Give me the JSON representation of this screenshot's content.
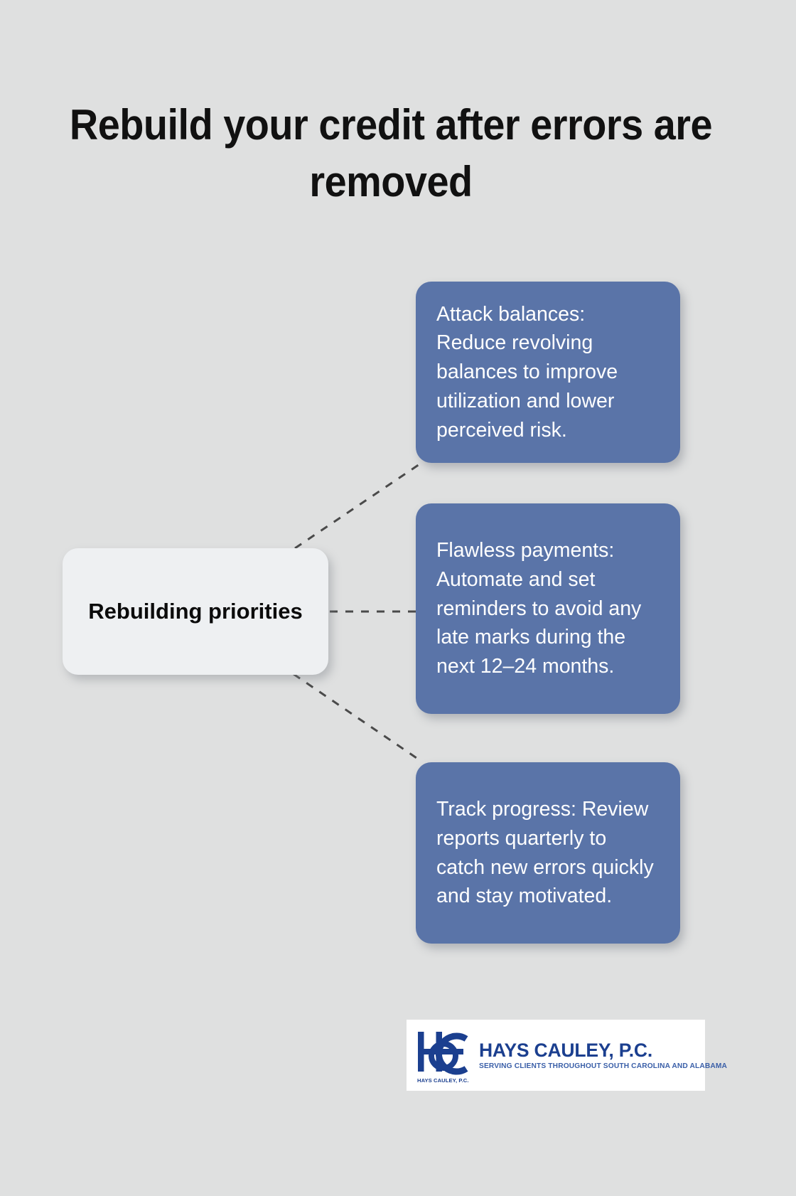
{
  "page": {
    "background_color": "#dfe0e0",
    "title": "Rebuild your credit after errors are removed"
  },
  "diagram": {
    "type": "mindmap",
    "center": {
      "label": "Rebuilding priorities",
      "background_color": "#eef0f2",
      "text_color": "#0b0b0b"
    },
    "connector": {
      "style": "dashed",
      "color": "#4a4a4a",
      "width": 3
    },
    "branches": [
      {
        "id": "branch-attack-balances",
        "text": "Attack balances: Reduce revolving balances to improve utilization and lower perceived risk.",
        "background_color": "#5a74a8",
        "text_color": "#ffffff"
      },
      {
        "id": "branch-flawless-payments",
        "text": "Flawless payments: Automate and set reminders to avoid any late marks during the next 12–24 months.",
        "background_color": "#5a74a8",
        "text_color": "#ffffff"
      },
      {
        "id": "branch-track-progress",
        "text": "Track progress: Review reports quarterly to catch new errors quickly and stay motivated.",
        "background_color": "#5a74a8",
        "text_color": "#ffffff"
      }
    ]
  },
  "logo": {
    "monogram_caption": "HAYS CAULEY, P.C.",
    "name": "HAYS CAULEY, P.C.",
    "tagline": "SERVING CLIENTS THROUGHOUT SOUTH CAROLINA AND ALABAMA",
    "brand_color": "#1b3f8f",
    "tagline_color": "#3a5fa8",
    "background_color": "#ffffff"
  }
}
